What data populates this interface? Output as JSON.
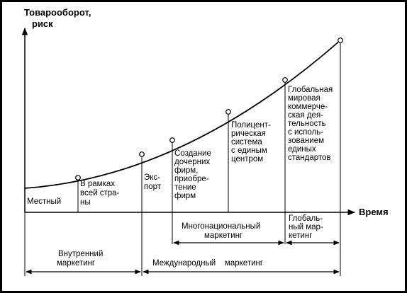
{
  "diagram": {
    "y_axis_label": [
      "Товарооборот,",
      "риск"
    ],
    "x_axis_label": "Время",
    "stages": [
      {
        "lines": [
          "Местный"
        ]
      },
      {
        "lines": [
          "В рамках",
          "всей стра-",
          "ны"
        ]
      },
      {
        "lines": [
          "Экс-",
          "порт"
        ]
      },
      {
        "lines": [
          "Создание",
          "дочерних",
          "фирм,",
          "приобре-",
          "тение",
          "фирм"
        ]
      },
      {
        "lines": [
          "Полицент-",
          "рическая",
          "система",
          "с единым",
          "центром"
        ]
      },
      {
        "lines": [
          "Глобальная",
          "мировая",
          "коммерче-",
          "ская дея-",
          "тельность",
          "с исполь-",
          "зованием",
          "единых",
          "стандартов"
        ]
      }
    ],
    "brackets": {
      "multinational": [
        "Многонациональный",
        "маркетинг"
      ],
      "global": [
        "Глобаль-",
        "ный мар-",
        "кетинг"
      ],
      "domestic": [
        "Внутренний",
        "маркетинг"
      ],
      "international": "Международный    маркетинг"
    }
  }
}
